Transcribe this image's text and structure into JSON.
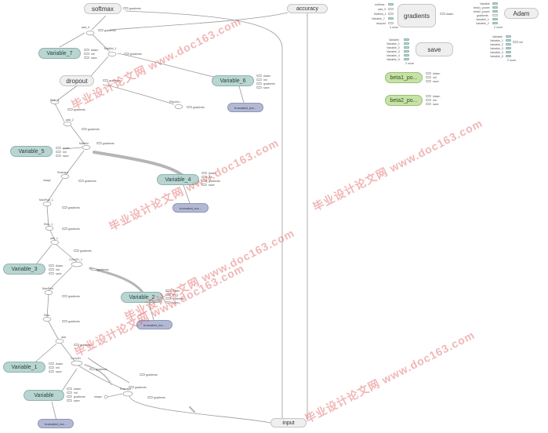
{
  "graph": {
    "nodes": {
      "softmax": "softmax",
      "accuracy": "accuracy",
      "gradients": "gradients",
      "adam": "Adam",
      "save": "save",
      "beta1_power": "beta1_po...",
      "beta2_power": "beta2_po...",
      "dropout": "dropout",
      "input": "input",
      "variable_7": "Variable_7",
      "variable_6": "Variable_6",
      "variable_5": "Variable_5",
      "variable_4": "Variable_4",
      "variable_3": "Variable_3",
      "variable_2": "Variable_2",
      "variable_1": "Variable_1",
      "variable": "Variable",
      "truncated_6": "truncated_nor...",
      "truncated_4": "truncated_nor...",
      "truncated_2": "truncated_nor...",
      "truncated_0": "truncated_nor..."
    },
    "ops": {
      "add_3": "add_3",
      "matmul_1": "MatMul_1",
      "relu_2": "Relu_2",
      "add_2": "add_2",
      "placeholder": "Placeho...",
      "matmul": "MatMul",
      "reshape_1": "Reshape",
      "maxpool_1": "MaxPool_1",
      "relu_1": "Relu_1",
      "add_1": "add_1",
      "conv2d_1": "Conv2D_1",
      "maxpool": "MaxPool",
      "relu": "Relu",
      "add": "add",
      "conv2d": "Conv2D",
      "reshape": "Reshape",
      "shape": "shape"
    },
    "small_labels": {
      "gradients": "gradients",
      "adam": "Adam",
      "init": "init",
      "save": "save",
      "more": "2 more",
      "more_3": "3 more"
    },
    "gradient_inputs": [
      "softmax",
      "add_3",
      "MatMul_1",
      "Variable_7",
      "dropout"
    ],
    "adam_inputs": [
      "Variable",
      "beta1_power",
      "beta2_power",
      "gradients",
      "Variable_1",
      "Variable_2"
    ],
    "save_inputs": [
      "Variable",
      "Variable_1",
      "Variable_2",
      "Variable_3",
      "Variable_4",
      "Variable_5"
    ],
    "init_inputs": [
      "Variable",
      "Variable_1",
      "Variable_2",
      "Variable_3",
      "Variable_4",
      "Variable_5"
    ],
    "beta_targets": [
      "Adam",
      "init",
      "save"
    ],
    "variable_targets": [
      "Adam",
      "init",
      "gradients",
      "save"
    ],
    "dropout_targets": [
      "gradients"
    ]
  },
  "watermarks": [
    "毕业设计论文网 www.doc163.com",
    "毕业设计论文网 www.doc163.com",
    "毕业设计论文网 www.doc163.com",
    "毕业设计论文网 www.doc163.com",
    "毕业设计论文网 www.doc163.com",
    "毕业设计论文网 www.doc163.com"
  ],
  "colors": {
    "grey_node": "#efefef",
    "teal_node": "#b8d5d2",
    "blue_node": "#b3b9d3",
    "green_node": "#c7e2a7",
    "edge": "#9a9a9a",
    "watermark": "#de5050"
  }
}
